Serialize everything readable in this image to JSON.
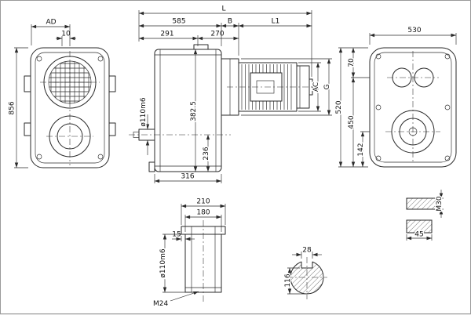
{
  "drawing": {
    "line_color": "#2a2a2a",
    "background": "#ffffff",
    "views": {
      "front": {
        "dims": {
          "ad": "AD",
          "step": "10",
          "height": "856"
        }
      },
      "side": {
        "dims": {
          "l": "L",
          "d585": "585",
          "b": "B",
          "l1": "L1",
          "d291": "291",
          "d270": "270",
          "ac": "AC",
          "g": "G",
          "d382_5": "382.5",
          "d236": "236",
          "d316": "316",
          "shaft_dia": "ø110m6"
        }
      },
      "rear": {
        "dims": {
          "d530": "530",
          "d70": "70",
          "d520": "520",
          "d450": "450",
          "d142": "142"
        }
      },
      "hollow_shaft": {
        "dims": {
          "d210": "210",
          "d180": "180",
          "d15": "15",
          "bore": "ø110m6",
          "thread": "M24"
        }
      },
      "key_section": {
        "dims": {
          "key_width": "28",
          "d116": "116"
        }
      },
      "key_detail": {
        "dims": {
          "m30": "M30",
          "d45": "45"
        }
      }
    }
  }
}
